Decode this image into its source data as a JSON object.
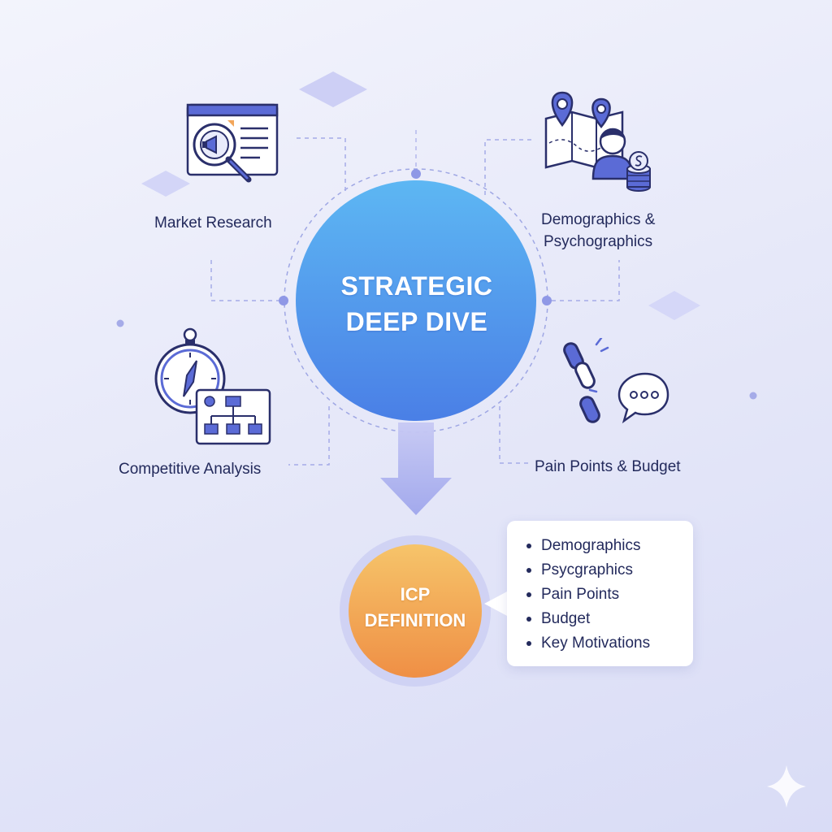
{
  "center": {
    "line1": "STRATEGIC",
    "line2": "DEEP DIVE"
  },
  "nodes": {
    "market_research": {
      "label": "Market Research"
    },
    "demographics": {
      "line1": "Demographics &",
      "line2": "Psychographics"
    },
    "competitive": {
      "label": "Competitive Analysis"
    },
    "pain_points": {
      "label": "Pain Points & Budget"
    }
  },
  "result": {
    "line1": "ICP",
    "line2": "DEFINITION",
    "items": [
      "Demographics",
      "Psycgraphics",
      "Pain Points",
      "Budget",
      "Key Motivations"
    ]
  },
  "icons": {
    "market_research": "magnifier-megaphone-document-icon",
    "demographics": "map-pins-person-coins-icon",
    "competitive": "compass-org-chart-icon",
    "pain_points": "broken-chain-speech-bubble-icon"
  },
  "colors": {
    "accent": "#5b6bd6",
    "center_top": "#5db7f3",
    "center_bottom": "#4a7fe6",
    "icp_top": "#f6c46a",
    "icp_bottom": "#ef8f45",
    "text": "#232a5c"
  }
}
